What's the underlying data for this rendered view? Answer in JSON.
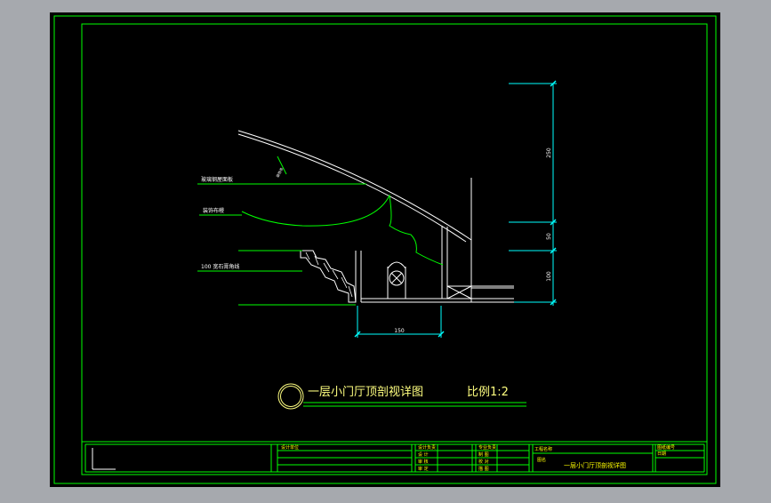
{
  "colors": {
    "background": "#a6a9ae",
    "sheet": "#000000",
    "frame": "#00ff00",
    "geometry": "#ffffff",
    "dimension": "#00ffff",
    "leader": "#00ff00",
    "title": "#ffff80",
    "tableText": "#ffff00"
  },
  "drawing": {
    "labels": {
      "glass": "玻璃钢屋面板",
      "drape": "装饰布幔",
      "molding": "100 宽石膏角线"
    },
    "slope_note": "装饰条",
    "dimensions": {
      "horizontal": "150",
      "v1": "250",
      "v2": "50",
      "v3": "100"
    },
    "title": "一层小门厅顶剖视详图",
    "scale": "比例1:2"
  },
  "titleblock": {
    "design_unit": "设计单位",
    "fields_left": [
      "设计负责",
      "设 计",
      "审 核",
      "审 定"
    ],
    "fields_mid": [
      "专业负责",
      "制 图",
      "校 对",
      "描 图"
    ],
    "project_label": "工程名称",
    "drawing_name_label": "图名",
    "drawing_name": "一层小门厅顶剖视详图",
    "number_label": "图纸编号",
    "number_sub": "日期"
  }
}
